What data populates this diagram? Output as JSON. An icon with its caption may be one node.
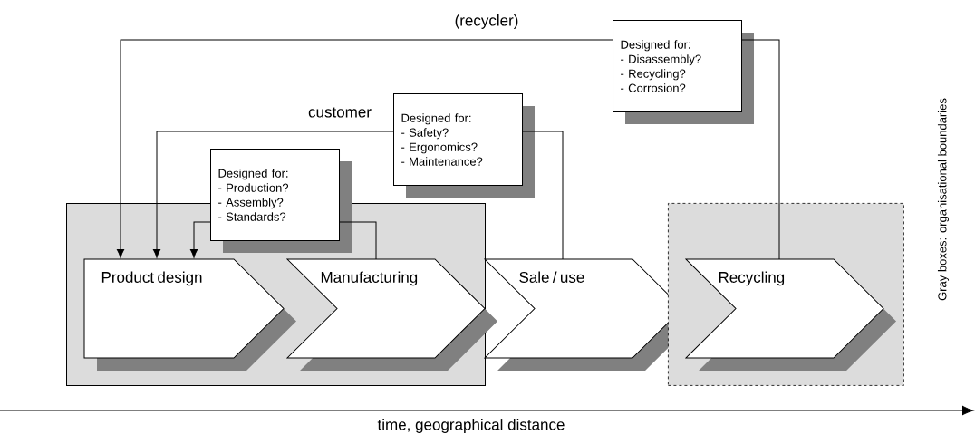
{
  "diagram": {
    "nodes": [
      {
        "text": [],
        "shape": "box"
      },
      {
        "text": [
          "Product design"
        ],
        "in": 0
      },
      {
        "text": [
          "Manufacturing"
        ],
        "in": 0
      },
      {
        "text": [
          "Sale / use"
        ]
      },
      {
        "text": [],
        "shape": "box"
      },
      {
        "text": [
          "Recycling"
        ],
        "in": 4
      },
      {
        "text": [
          "Designed for:",
          "- Production?",
          "- Assembly?",
          "- Standards?"
        ]
      },
      {
        "text": [
          "Designed for:",
          "- Safety?",
          "- Ergonomics?",
          "- Maintenance?"
        ]
      },
      {
        "text": [
          "Designed for:",
          "- Disassembly?",
          "- Recycling?",
          "- Corrosion?"
        ]
      }
    ],
    "edges": [
      {
        "from": 5,
        "to": 8,
        "arrow": "none"
      },
      {
        "from": 8,
        "to": 1,
        "arrow": "to",
        "label": "(recycler)"
      },
      {
        "from": 3,
        "to": 7,
        "arrow": "none"
      },
      {
        "from": 7,
        "to": 1,
        "arrow": "to",
        "label": "customer"
      },
      {
        "from": 2,
        "to": 6,
        "arrow": "none"
      },
      {
        "from": 6,
        "to": 1,
        "arrow": "to"
      }
    ],
    "labels": [
      "time, geographical distance",
      "Gray boxes: organisational boundaries"
    ]
  }
}
